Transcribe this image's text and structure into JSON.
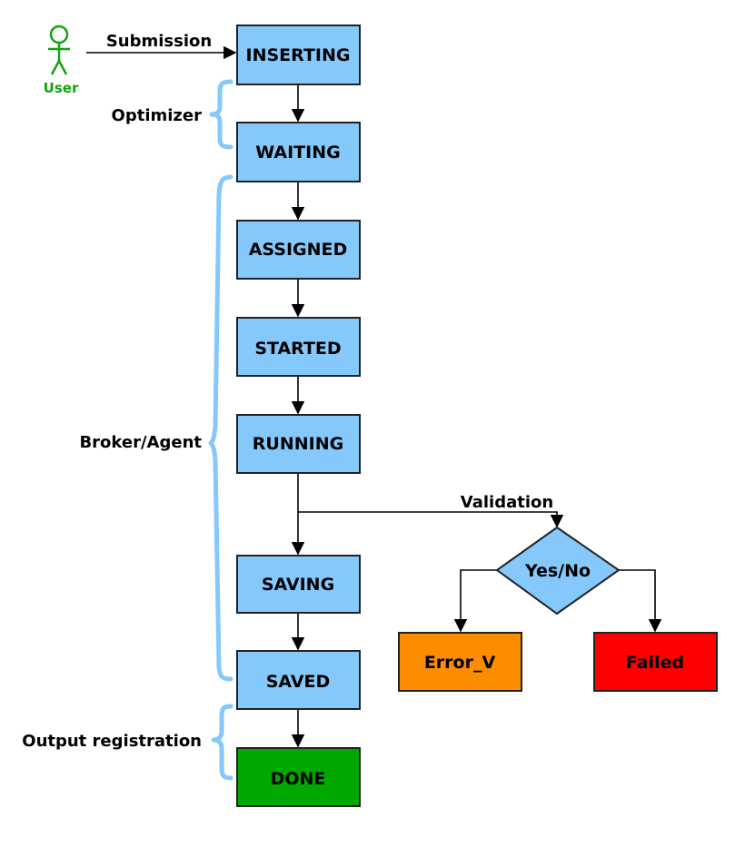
{
  "diagram": {
    "title": "Job state workflow",
    "actor": {
      "label": "User",
      "icon": "user-stick-figure-icon",
      "color": "#12a312"
    },
    "edge_labels": {
      "submission": "Submission",
      "validation": "Validation"
    },
    "states": [
      {
        "id": "inserting",
        "label": "INSERTING",
        "color": "#85c8fc"
      },
      {
        "id": "waiting",
        "label": "WAITING",
        "color": "#85c8fc"
      },
      {
        "id": "assigned",
        "label": "ASSIGNED",
        "color": "#85c8fc"
      },
      {
        "id": "started",
        "label": "STARTED",
        "color": "#85c8fc"
      },
      {
        "id": "running",
        "label": "RUNNING",
        "color": "#85c8fc"
      },
      {
        "id": "saving",
        "label": "SAVING",
        "color": "#85c8fc"
      },
      {
        "id": "saved",
        "label": "SAVED",
        "color": "#85c8fc"
      },
      {
        "id": "done",
        "label": "DONE",
        "color": "#00a800"
      }
    ],
    "decision": {
      "label": "Yes/No",
      "color": "#85c8fc"
    },
    "outcomes": [
      {
        "id": "error_v",
        "label": "Error_V",
        "color": "#fc8c00"
      },
      {
        "id": "failed",
        "label": "Failed",
        "color": "#ff0000"
      }
    ],
    "phases": [
      {
        "id": "optimizer",
        "label": "Optimizer",
        "from": "inserting",
        "to": "waiting"
      },
      {
        "id": "broker-agent",
        "label": "Broker/Agent",
        "from": "waiting",
        "to": "saved"
      },
      {
        "id": "output-registration",
        "label": "Output registration",
        "from": "saved",
        "to": "done"
      }
    ],
    "brace_color": "#85c8fc",
    "edges": [
      {
        "from": "user",
        "to": "inserting",
        "label": "Submission"
      },
      {
        "from": "inserting",
        "to": "waiting"
      },
      {
        "from": "waiting",
        "to": "assigned"
      },
      {
        "from": "assigned",
        "to": "started"
      },
      {
        "from": "started",
        "to": "running"
      },
      {
        "from": "running",
        "to": "saving"
      },
      {
        "from": "running",
        "to": "decision",
        "label": "Validation"
      },
      {
        "from": "decision",
        "to": "error_v"
      },
      {
        "from": "decision",
        "to": "failed"
      },
      {
        "from": "saving",
        "to": "saved"
      },
      {
        "from": "saved",
        "to": "done"
      }
    ]
  }
}
